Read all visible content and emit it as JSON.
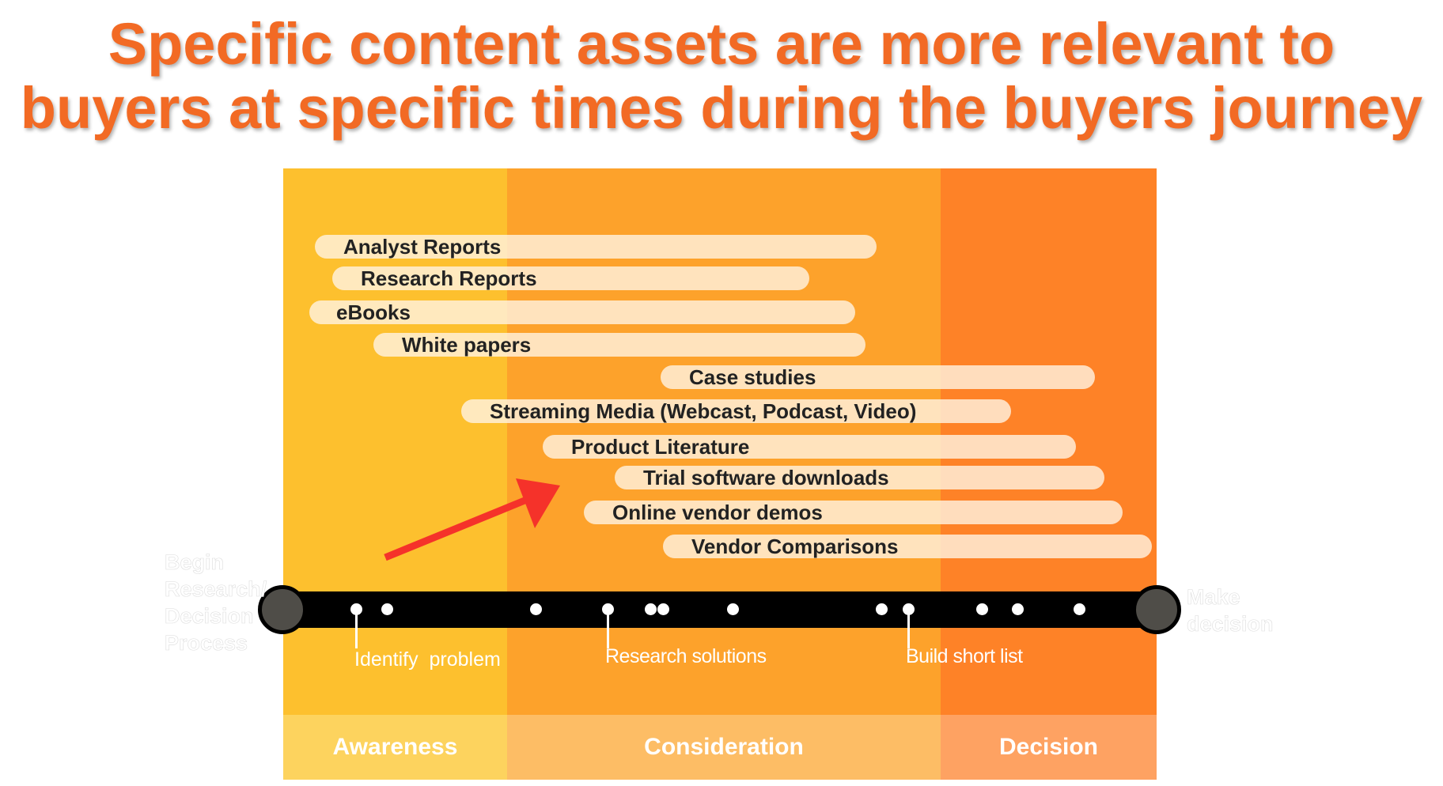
{
  "title": {
    "line1": "Specific content assets are more relevant to",
    "line2": "buyers at specific times during the buyers journey"
  },
  "stages": [
    {
      "label": "Awareness",
      "color": "#fdc02e",
      "band_color": "#fdd35e"
    },
    {
      "label": "Consideration",
      "color": "#fda22b",
      "band_color": "#fdbd65"
    },
    {
      "label": "Decision",
      "color": "#fe8227",
      "band_color": "#fea262"
    }
  ],
  "content_assets": [
    "Analyst Reports",
    "Research Reports",
    "eBooks",
    "White papers",
    "Case studies",
    "Streaming Media (Webcast, Podcast, Video)",
    "Product Literature",
    "Trial software downloads",
    "Online vendor demos",
    "Vendor Comparisons"
  ],
  "timeline": {
    "start_label": "Begin\nResearch/\nDecision\nProcess",
    "end_label": "Make\ndecision",
    "milestones": [
      "Identify  problem",
      "Research solutions",
      "Build short list"
    ]
  },
  "arrow_color": "#f5322a"
}
